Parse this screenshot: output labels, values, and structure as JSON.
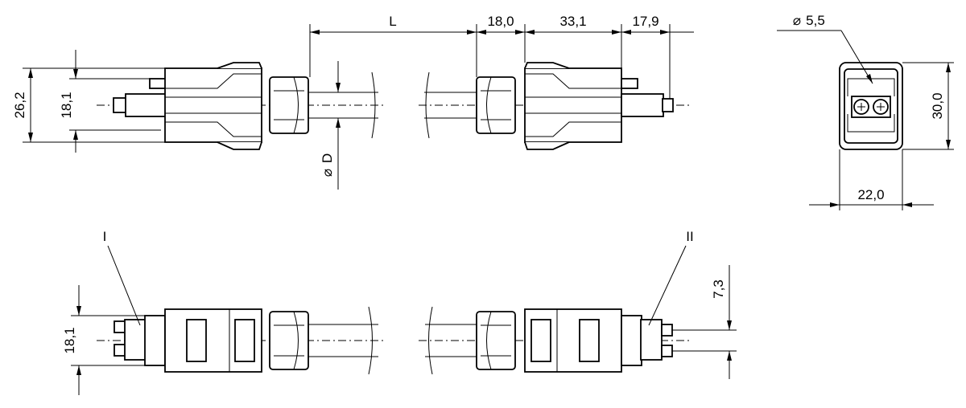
{
  "dimensions": {
    "length": "L",
    "seg_18_0": "18,0",
    "seg_33_1": "33,1",
    "seg_17_9": "17,9",
    "height_26_2": "26,2",
    "height_18_1_top": "18,1",
    "cable_diameter": "D",
    "front_diameter": "5,5",
    "front_height": "30,0",
    "front_width": "22,0",
    "height_18_1_bottom": "18,1",
    "pitch_7_3": "7,3"
  },
  "labels": {
    "end_one": "I",
    "end_two": "II"
  },
  "symbols": {
    "diameter": "⌀"
  }
}
